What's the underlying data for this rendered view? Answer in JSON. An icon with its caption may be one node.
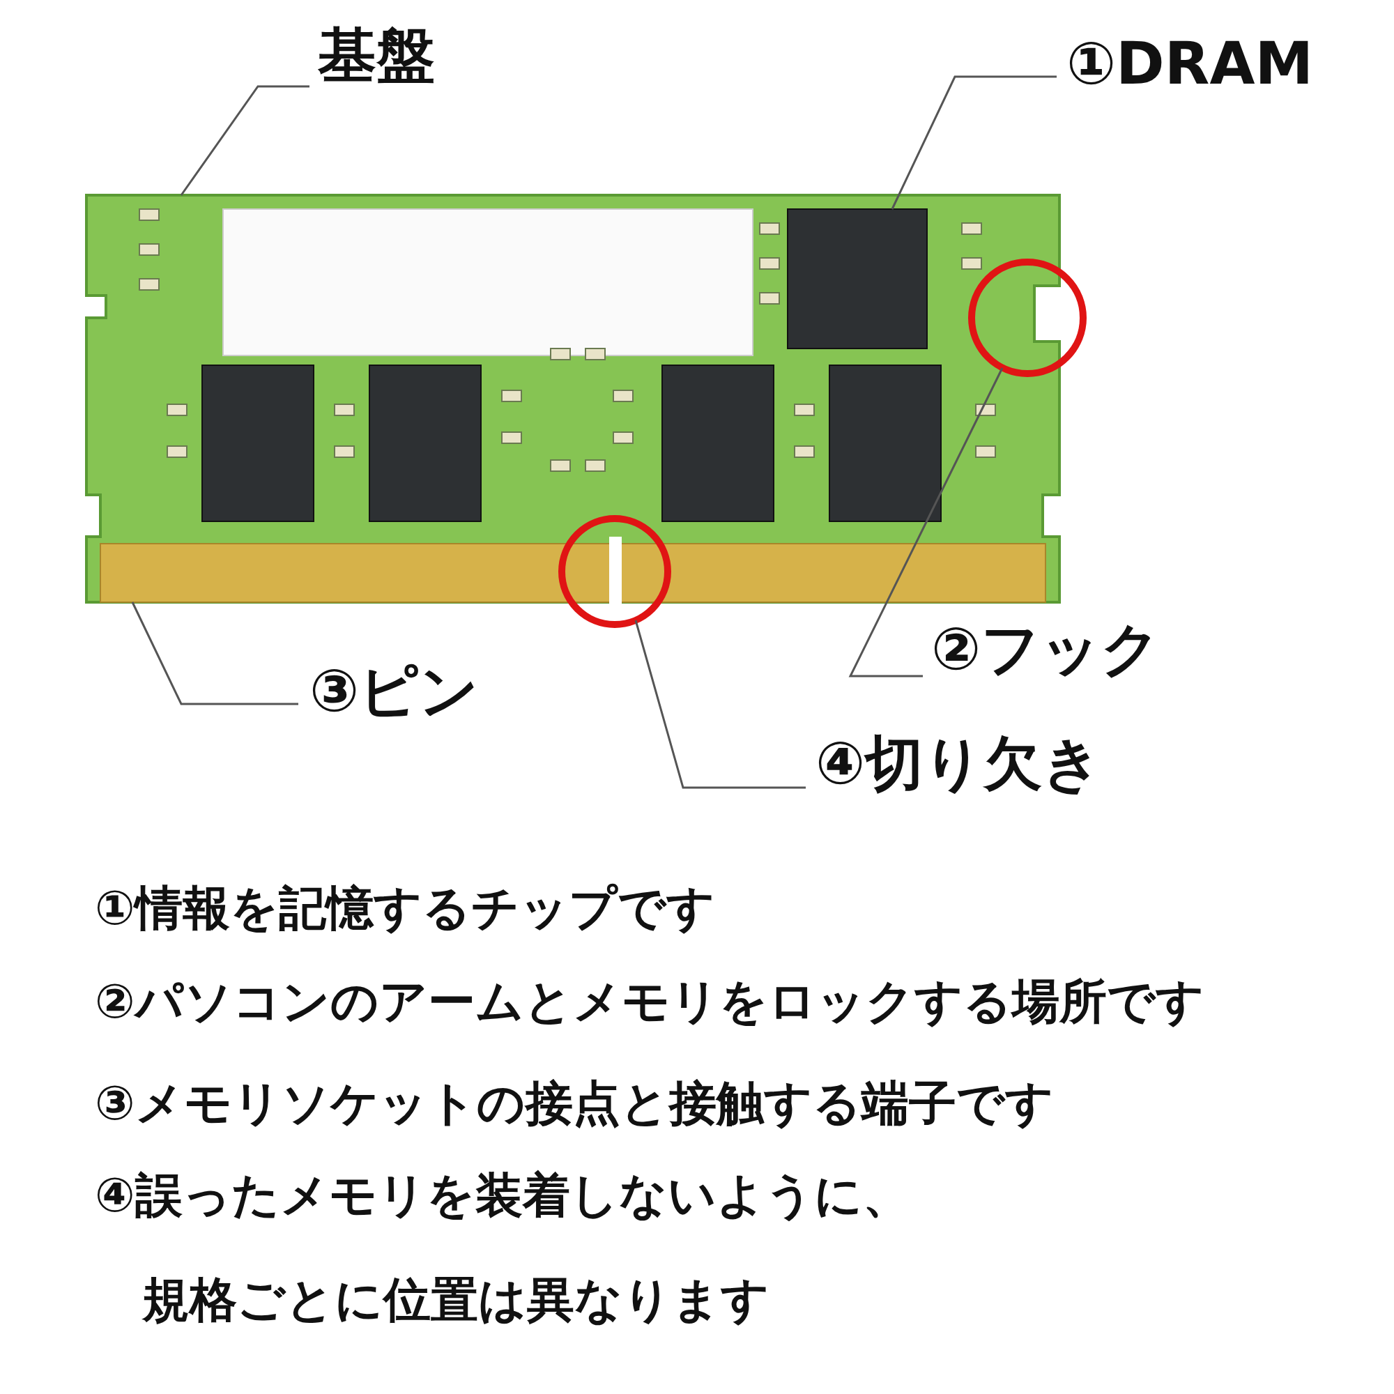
{
  "diagram": {
    "nodes": [
      {
        "text": [
          "基盤"
        ]
      },
      {
        "text": [
          "①DRAM"
        ]
      },
      {
        "text": [
          "②フック"
        ]
      },
      {
        "text": [
          "③ピン"
        ]
      },
      {
        "text": [
          "④切り欠き"
        ]
      },
      {
        "text": [],
        "shape": "picture"
      },
      {
        "text": [],
        "shape": "box",
        "in": 5
      },
      {
        "text": [],
        "shape": "circle"
      },
      {
        "text": [],
        "shape": "circle"
      },
      {
        "text": [],
        "shape": "bar",
        "in": 5
      }
    ],
    "edges": [
      {
        "from": 0,
        "to": 5,
        "arrow": "none"
      },
      {
        "from": 1,
        "to": 6,
        "arrow": "none"
      },
      {
        "from": 2,
        "to": 7,
        "arrow": "none"
      },
      {
        "from": 3,
        "to": 9,
        "arrow": "none"
      },
      {
        "from": 4,
        "to": 8,
        "arrow": "none"
      }
    ],
    "labels": [
      "①情報を記憶するチップです",
      "②パソコンのアームとメモリをロックする場所です",
      "③メモリソケットの接点と接触する端子です",
      "④誤ったメモリを装着しないように、規格ごとに位置は異なります"
    ]
  }
}
